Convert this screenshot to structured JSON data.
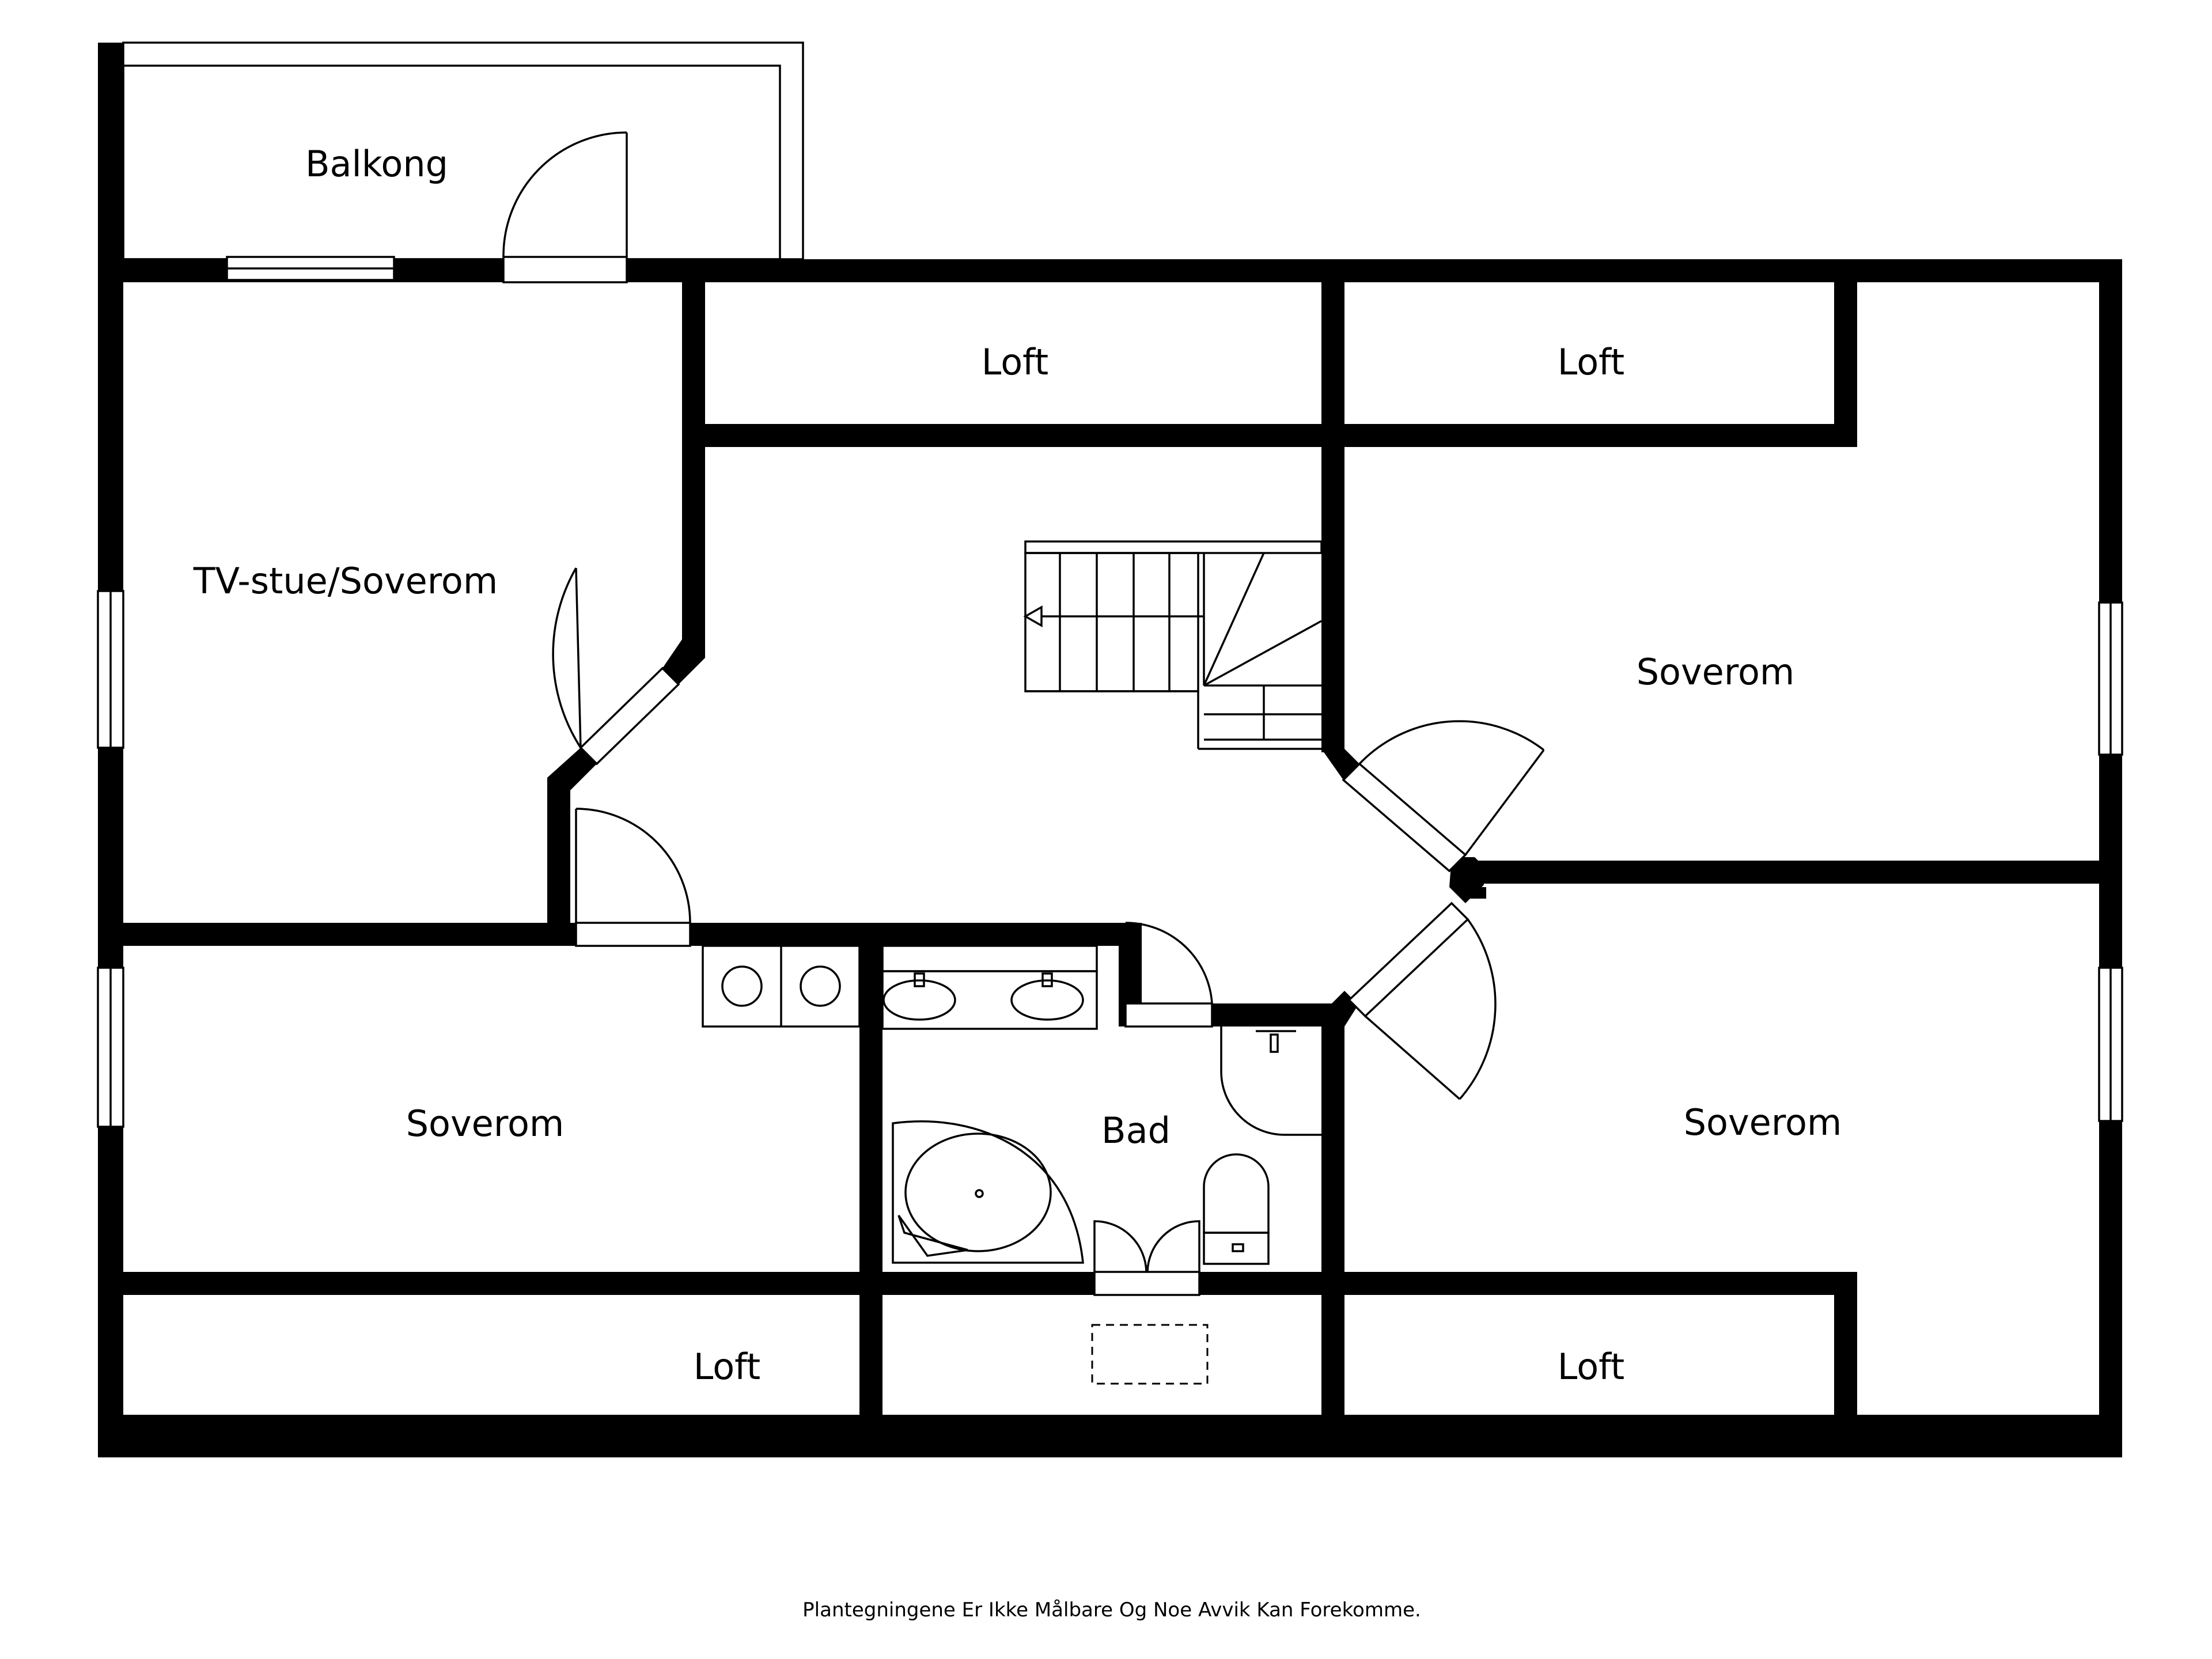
{
  "rooms": {
    "balkong": "Balkong",
    "loft_top_left": "Loft",
    "loft_top_right": "Loft",
    "tv_stue": "TV-stue/Soverom",
    "soverom_right_upper": "Soverom",
    "soverom_left": "Soverom",
    "bad": "Bad",
    "soverom_right_lower": "Soverom",
    "loft_bottom_left": "Loft",
    "loft_bottom_right": "Loft"
  },
  "disclaimer": "Plantegningene Er Ikke Målbare Og Noe Avvik Kan Forekomme."
}
